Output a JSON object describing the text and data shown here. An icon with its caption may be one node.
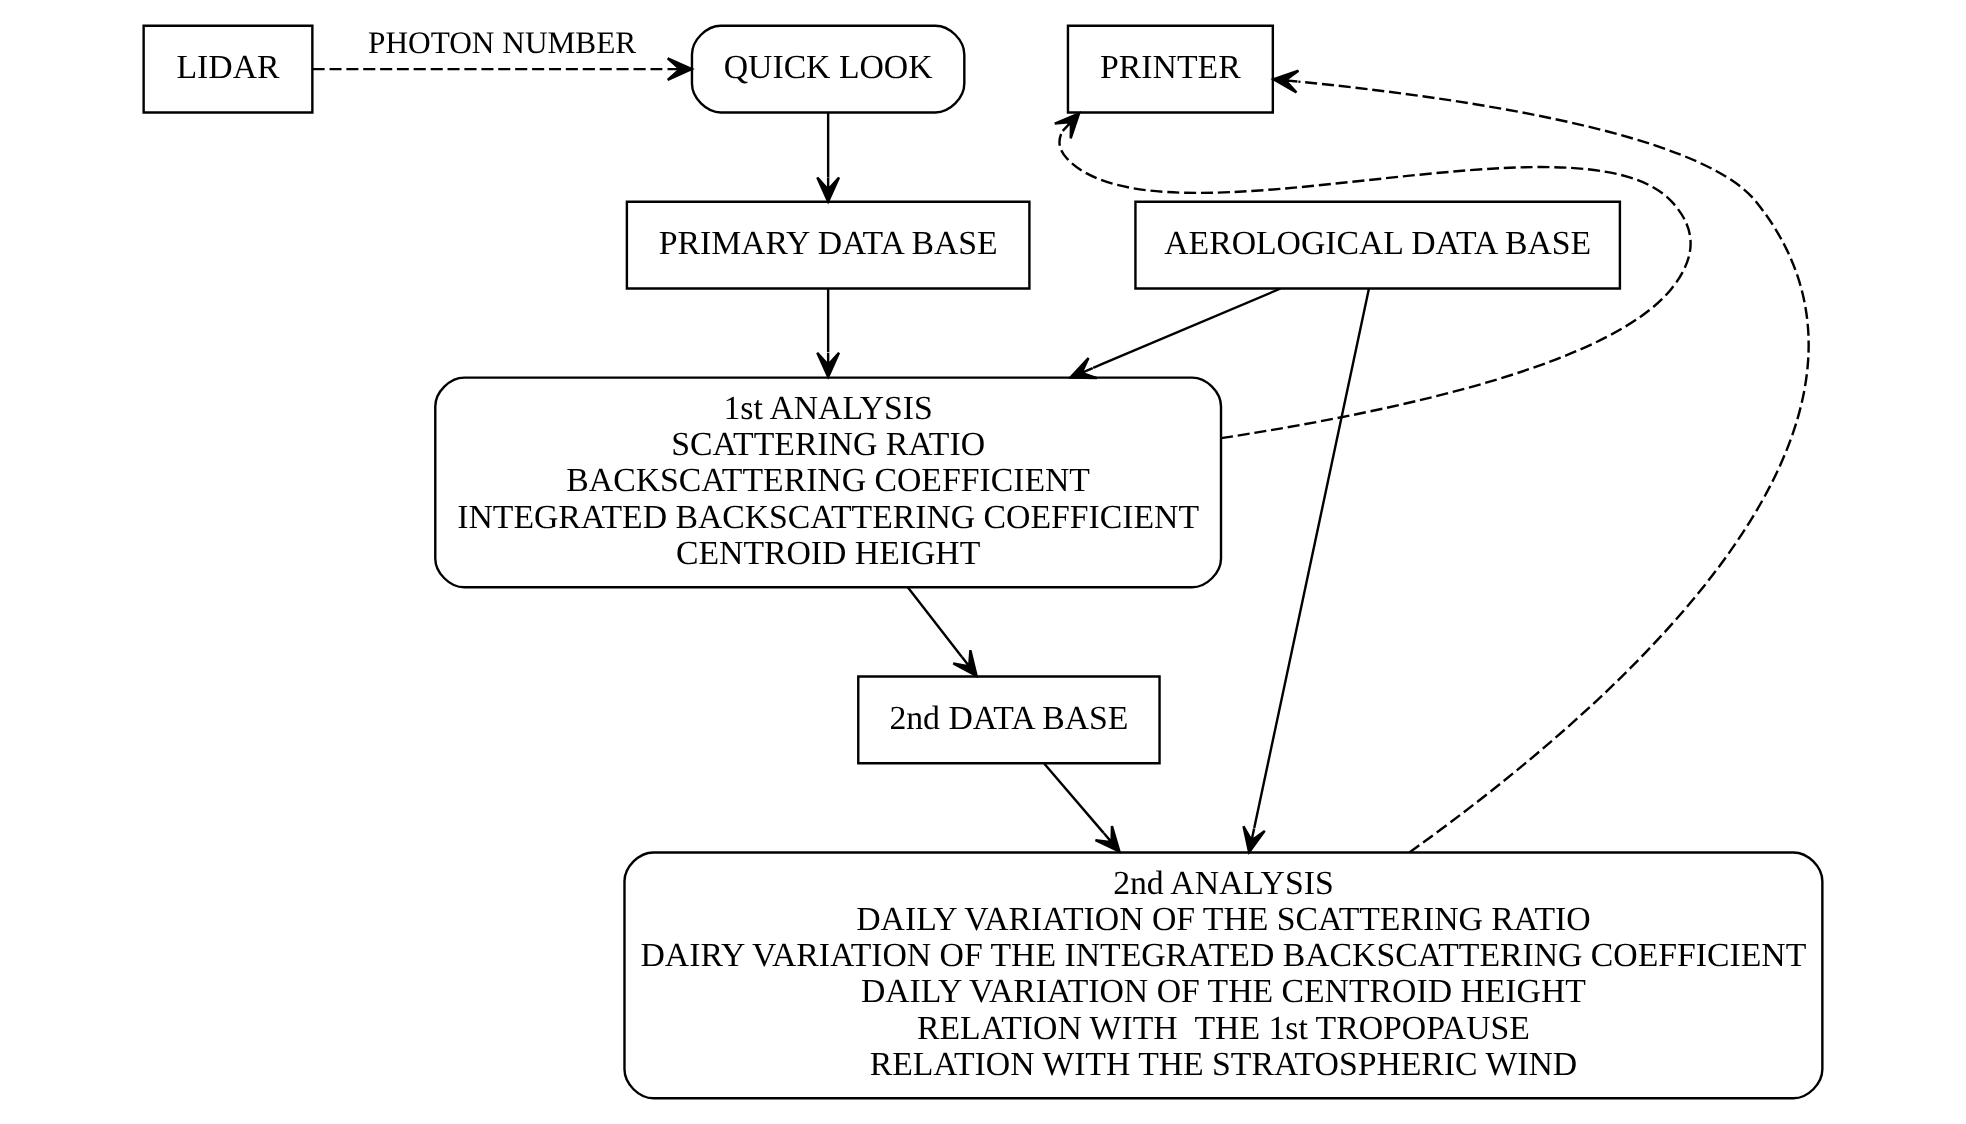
{
  "diagram": {
    "nodes": [
      {
        "text": [
          "LIDAR"
        ]
      },
      {
        "text": [
          "QUICK LOOK"
        ]
      },
      {
        "text": [
          "PRIMARY DATA BASE"
        ]
      },
      {
        "text": [
          "AEROLOGICAL DATA BASE"
        ]
      },
      {
        "text": [
          "1st ANALYSIS",
          "SCATTERING RATIO",
          "BACKSCATTERING COEFFICIENT",
          "INTEGRATED BACKSCATTERING COEFFICIENT",
          "CENTROID HEIGHT"
        ]
      },
      {
        "text": [
          "PRINTER"
        ]
      },
      {
        "text": [
          "2nd DATA BASE"
        ]
      },
      {
        "text": [
          "2nd ANALYSIS",
          "DAILY VARIATION OF THE SCATTERING RATIO",
          "DAIRY VARIATION OF THE INTEGRATED BACKSCATTERING COEFFICIENT",
          "DAILY VARIATION OF THE CENTROID HEIGHT",
          "RELATION WITH  THE 1st TROPOPAUSE",
          "RELATION WITH THE STRATOSPHERIC WIND"
        ]
      }
    ],
    "edges": [
      {
        "from": 0,
        "to": 1,
        "arrow": "to",
        "label": "PHOTON NUMBER",
        "style": "dashed"
      },
      {
        "from": 1,
        "to": 2,
        "arrow": "to"
      },
      {
        "from": 2,
        "to": 4,
        "arrow": "to"
      },
      {
        "from": 3,
        "to": 4,
        "arrow": "to"
      },
      {
        "from": 4,
        "to": 5,
        "arrow": "to",
        "style": "dashed"
      },
      {
        "from": 4,
        "to": 6,
        "arrow": "to"
      },
      {
        "from": 6,
        "to": 7,
        "arrow": "to"
      },
      {
        "from": 3,
        "to": 7,
        "arrow": "to"
      },
      {
        "from": 7,
        "to": 5,
        "arrow": "to",
        "style": "dashed"
      }
    ]
  }
}
